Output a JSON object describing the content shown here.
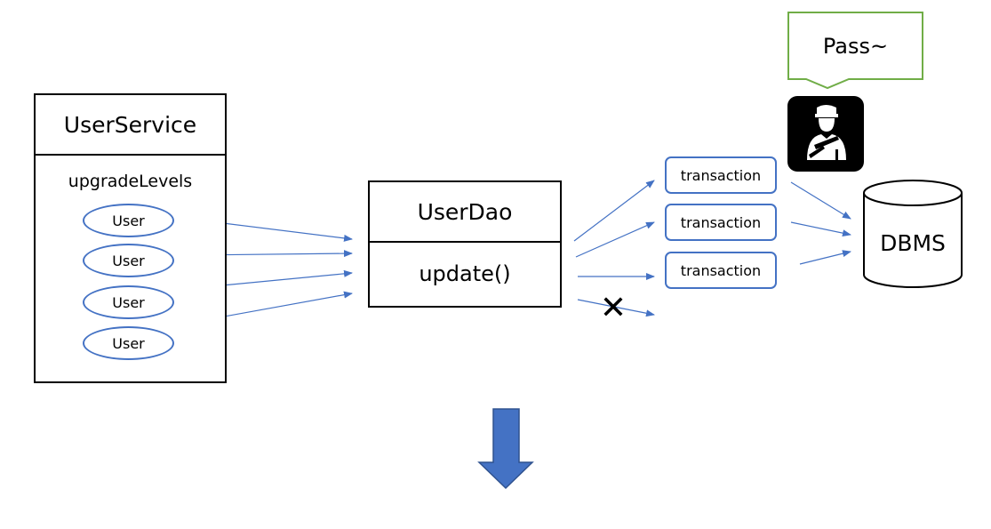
{
  "user_service": {
    "title": "UserService",
    "method": "upgradeLevels",
    "users": [
      "User",
      "User",
      "User",
      "User"
    ]
  },
  "user_dao": {
    "title": "UserDao",
    "method": "update()"
  },
  "transactions": [
    "transaction",
    "transaction",
    "transaction"
  ],
  "dbms": {
    "label": "DBMS"
  },
  "speech_bubble": {
    "text": "Pass~"
  },
  "icons": {
    "police": "police-officer-icon",
    "blocked": "cross-icon",
    "down_arrow": "down-arrow-icon"
  },
  "symbols": {
    "cross": "✕"
  },
  "colors": {
    "connector_blue": "#4472c4",
    "speech_border": "#70ad47",
    "big_arrow_fill": "#4472c4",
    "big_arrow_stroke": "#2f528f"
  }
}
